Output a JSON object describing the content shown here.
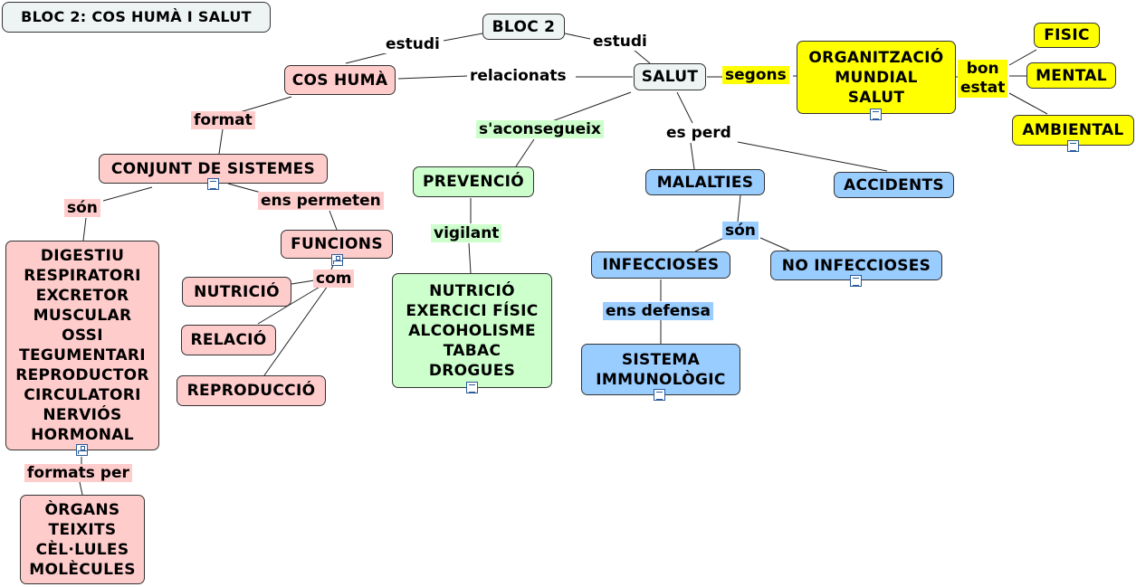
{
  "title": "BLOC 2: COS HUMÀ I SALUT",
  "nodes": {
    "bloc2": "BLOC 2",
    "cos_huma": "COS HUMÀ",
    "salut": "SALUT",
    "oms": [
      "ORGANITZACIÓ",
      "MUNDIAL",
      "SALUT"
    ],
    "fisic": "FISIC",
    "mental": "MENTAL",
    "ambiental": "AMBIENTAL",
    "conjunt": "CONJUNT DE SISTEMES",
    "sistemes": [
      "DIGESTIU",
      "RESPIRATORI",
      "EXCRETOR",
      "MUSCULAR",
      "OSSI",
      "TEGUMENTARI",
      "REPRODUCTOR",
      "CIRCULATORI",
      "NERVIÓS",
      "HORMONAL"
    ],
    "organs": [
      "ÒRGANS",
      "TEIXITS",
      "CÈL·LULES",
      "MOLÈCULES"
    ],
    "funcions": "FUNCIONS",
    "nutricio": "NUTRICIÓ",
    "relacio": "RELACIÓ",
    "reproduccio": "REPRODUCCIÓ",
    "prevencio": "PREVENCIÓ",
    "habits": [
      "NUTRICIÓ",
      "EXERCICI FÍSIC",
      "ALCOHOLISME",
      "TABAC",
      "DROGUES"
    ],
    "malalties": "MALALTIES",
    "accidents": "ACCIDENTS",
    "infeccioses": "INFECCIOSES",
    "no_infeccioses": "NO INFECCIOSES",
    "immuno": [
      "SISTEMA",
      "IMMUNOLÒGIC"
    ]
  },
  "labels": {
    "estudi_left": "estudi",
    "estudi_right": "estudi",
    "relacionats": "relacionats",
    "segons": "segons",
    "bon_estat": [
      "bon",
      "estat"
    ],
    "format": "format",
    "son_left": "són",
    "ens_permeten": "ens permeten",
    "formats_per": "formats per",
    "com": "com",
    "saconsegueix": "s'aconsegueix",
    "vigilant": "vigilant",
    "es_perd": "es perd",
    "son_right": "són",
    "ens_defensa": "ens defensa"
  },
  "colors": {
    "grey": "#eef4f4",
    "pink": "#ffcccc",
    "green": "#ccffcc",
    "blue": "#99ccff",
    "yellow": "#ffff00"
  },
  "icons": {
    "note": "note-icon",
    "subtree": "subtree-icon"
  }
}
